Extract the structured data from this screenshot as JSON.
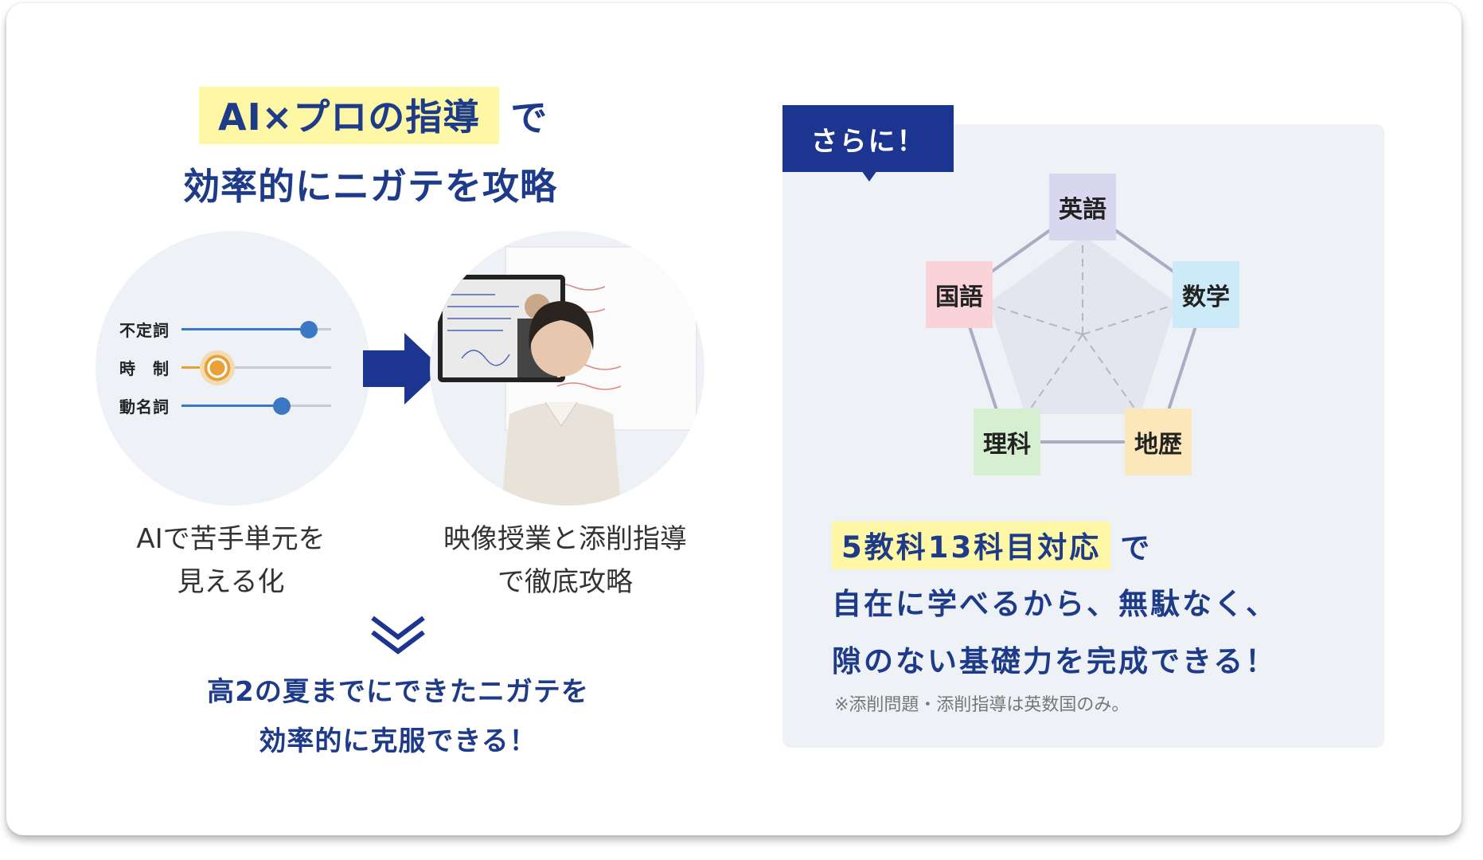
{
  "left": {
    "heading_highlight": "AI×プロの指導",
    "heading_suffix": "で",
    "heading_line2": "効率的にニガテを攻略",
    "sliders": [
      {
        "label": "不定詞",
        "level": 0.85,
        "color": "#3a78c4"
      },
      {
        "label": "時　制",
        "level": 0.24,
        "color": "#e8a037"
      },
      {
        "label": "動名詞",
        "level": 0.67,
        "color": "#3a78c4"
      }
    ],
    "caption_left": [
      "AIで苦手単元を",
      "見える化"
    ],
    "caption_right": [
      "映像授業と添削指導",
      "で徹底攻略"
    ],
    "conclusion": [
      "高2の夏までにできたニガテを",
      "効率的に克服できる！"
    ]
  },
  "right": {
    "tag": "さらに！",
    "subjects": [
      {
        "label": "英語",
        "color": "#d8d7ee"
      },
      {
        "label": "数学",
        "color": "#cdeaf8"
      },
      {
        "label": "地歴",
        "color": "#fbe7b9"
      },
      {
        "label": "理科",
        "color": "#d6efd0"
      },
      {
        "label": "国語",
        "color": "#f9d3d8"
      }
    ],
    "text_highlight": "5教科13科目対応",
    "text_suffix": "で",
    "text_line2": "自在に学べるから、無駄なく、",
    "text_line3": "隙のない基礎力を完成できる！",
    "note": "※添削問題・添削指導は英数国のみ。"
  },
  "colors": {
    "navy": "#1d3b88",
    "highlight": "#fdf7a6",
    "panel": "#eef1f6"
  }
}
